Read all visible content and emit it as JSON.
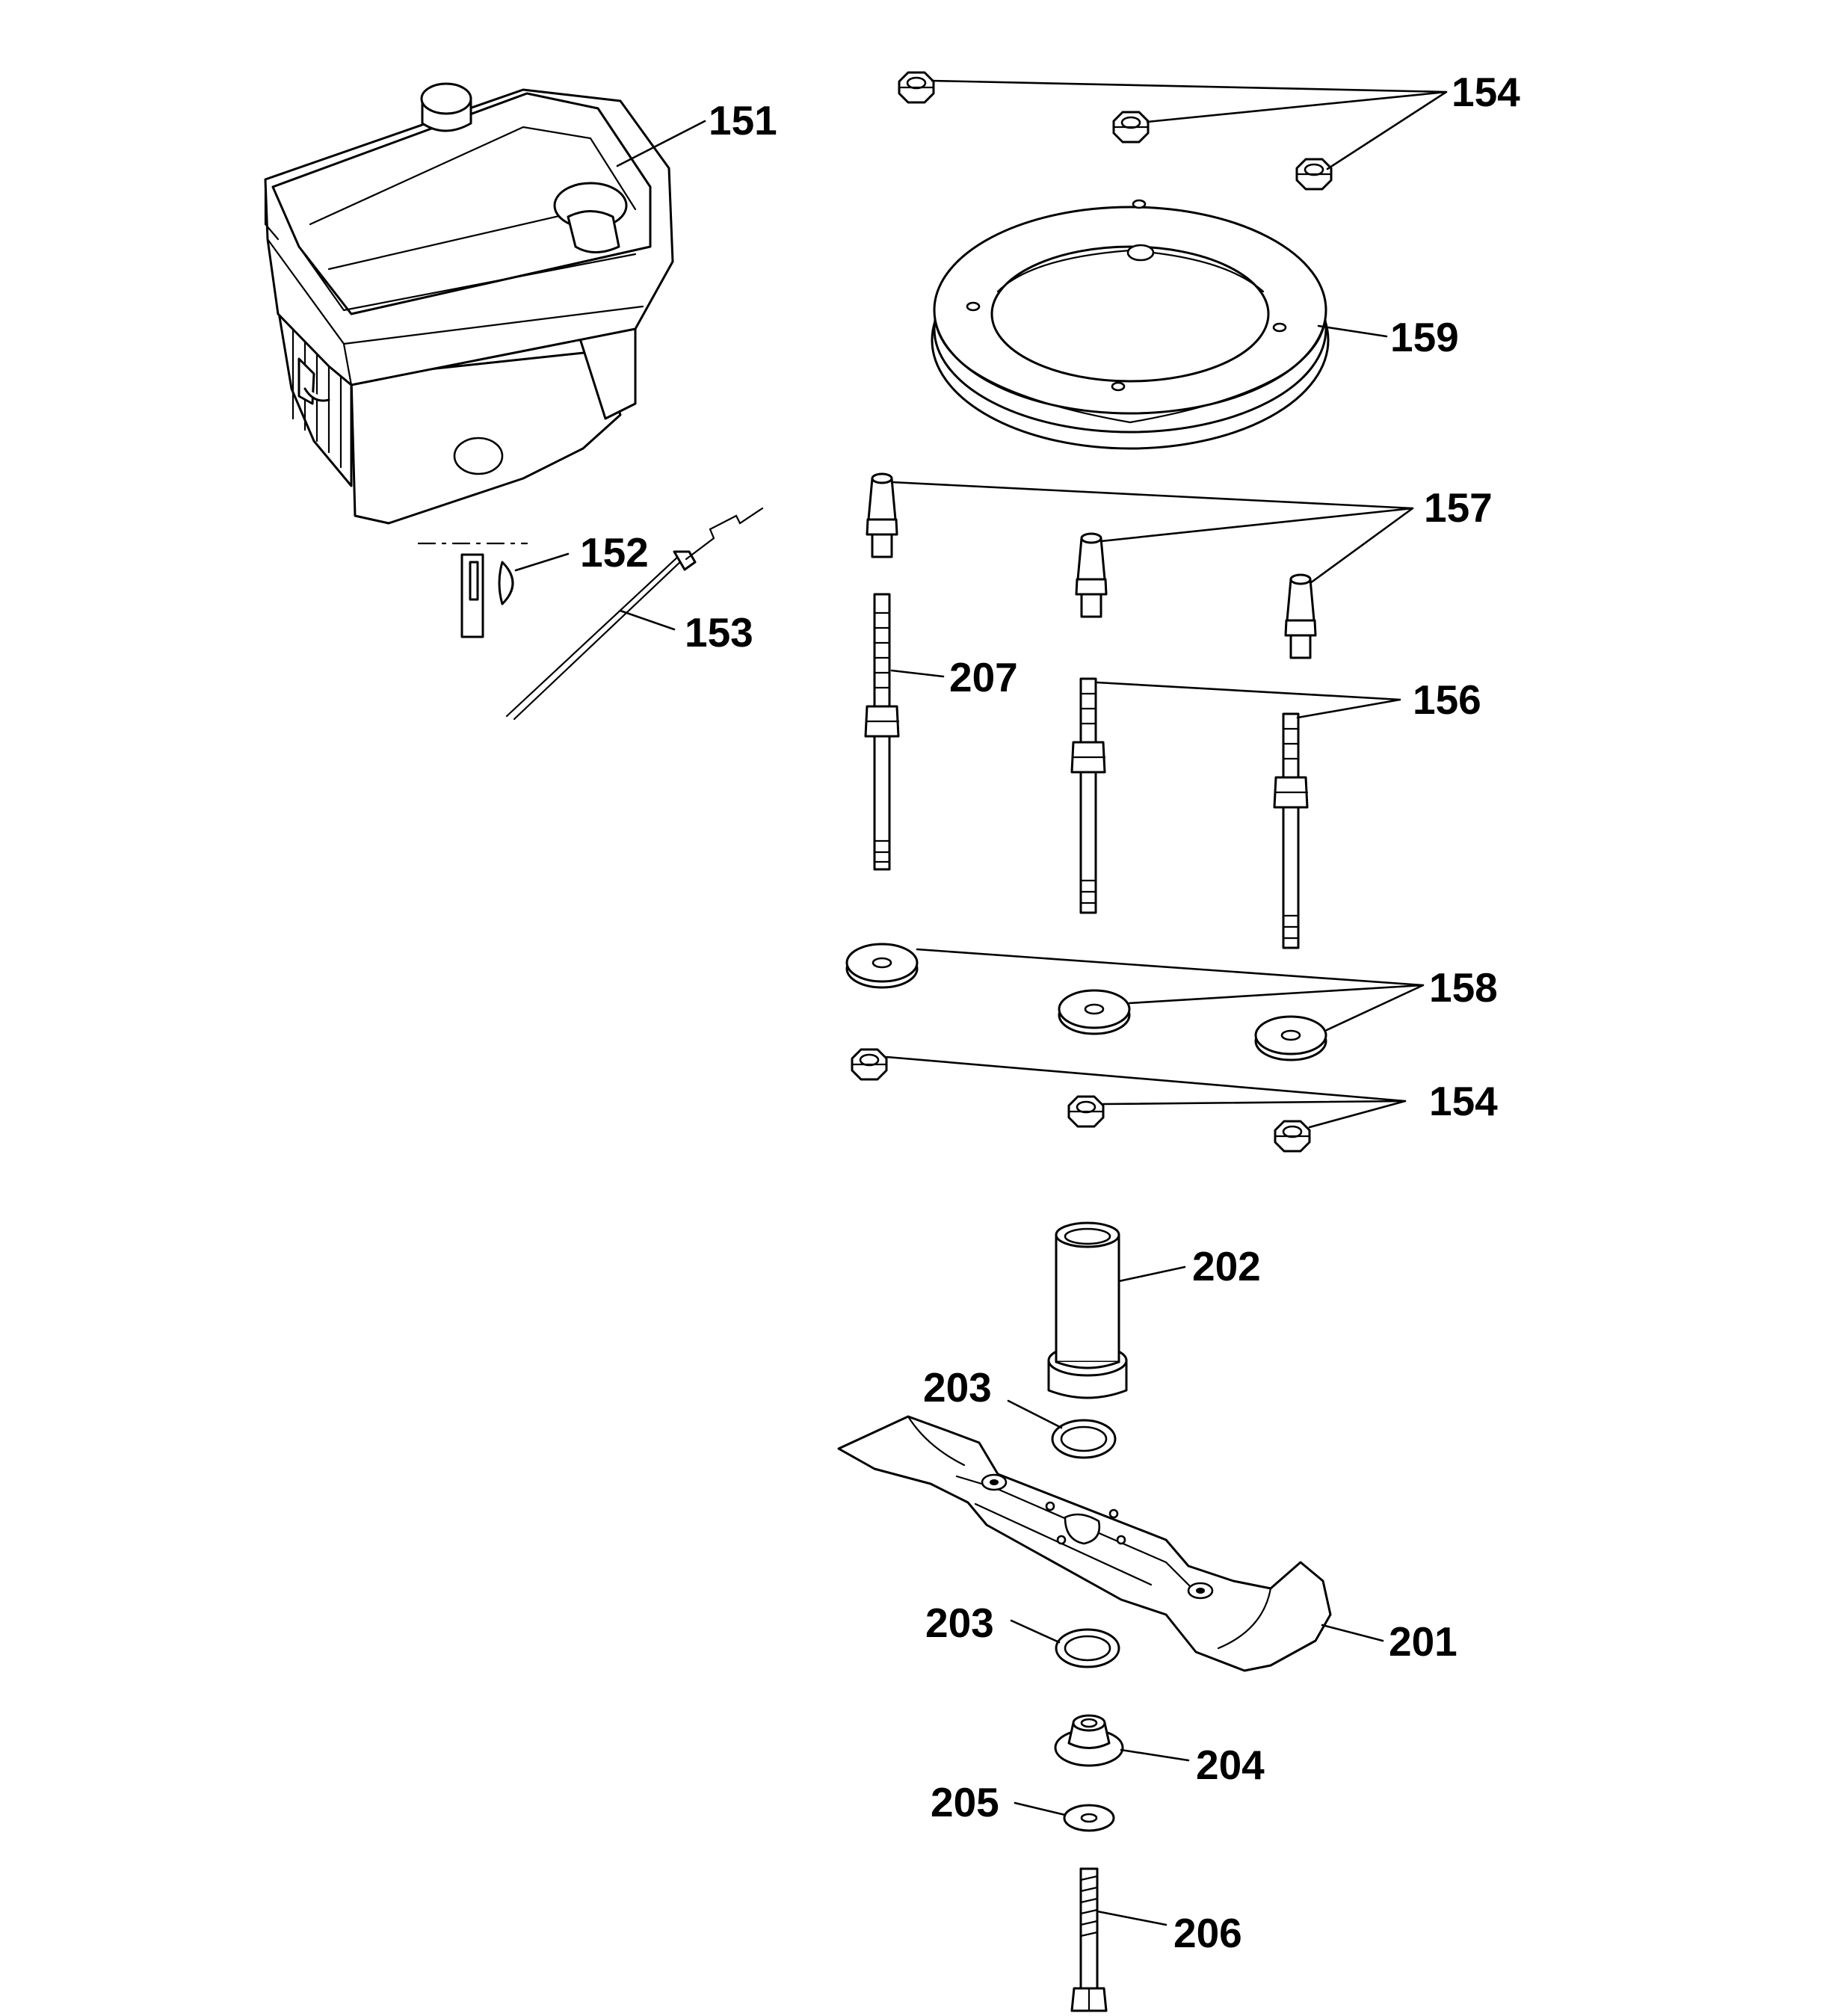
{
  "diagram": {
    "labels": {
      "engine": "151",
      "key": "152",
      "cable": "153",
      "nuts_top": "154",
      "spacers": "157",
      "studs_long": "207",
      "studs": "156",
      "ring": "159",
      "washers": "158",
      "nuts_bottom": "154",
      "adapter": "202",
      "washer_upper": "203",
      "blade": "201",
      "washer_lower": "203",
      "hub": "204",
      "lock_washer": "205",
      "bolt": "206"
    }
  }
}
